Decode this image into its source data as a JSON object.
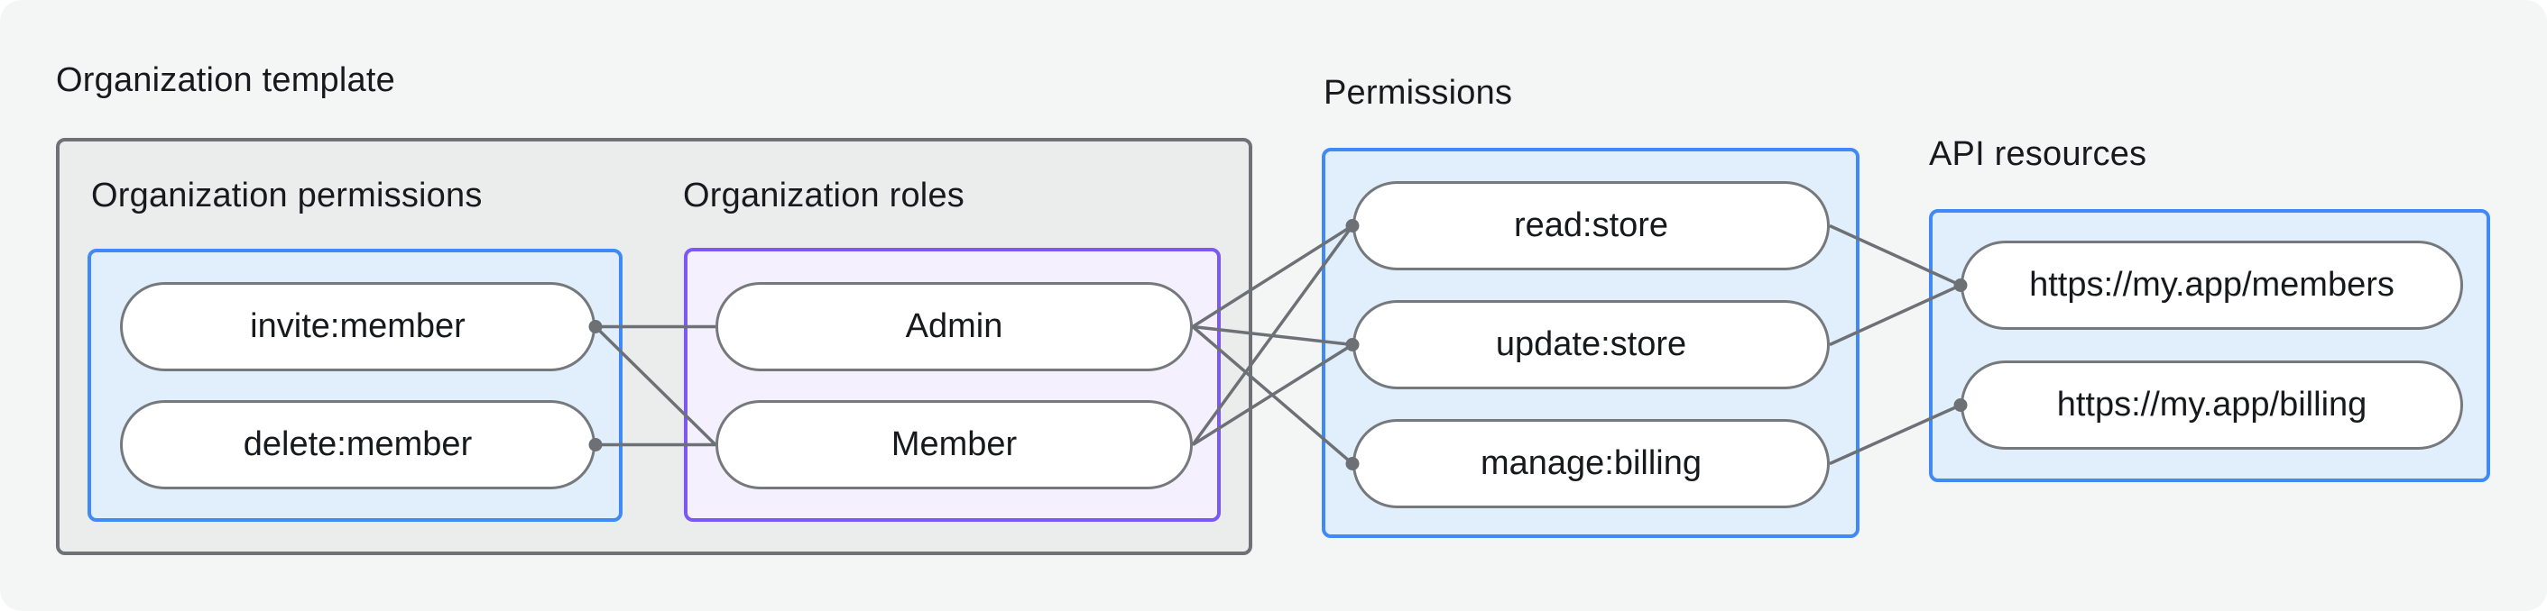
{
  "organization_template": {
    "title": "Organization template",
    "permissions_section": {
      "label": "Organization permissions",
      "nodes": [
        "invite:member",
        "delete:member"
      ]
    },
    "roles_section": {
      "label": "Organization roles",
      "nodes": [
        "Admin",
        "Member"
      ]
    }
  },
  "permissions_section": {
    "title": "Permissions",
    "nodes": [
      "read:store",
      "update:store",
      "manage:billing"
    ]
  },
  "api_resources_section": {
    "title": "API resources",
    "nodes": [
      "https://my.app/members",
      "https://my.app/billing"
    ]
  },
  "edges": [
    {
      "from": "invite:member",
      "to": "Admin"
    },
    {
      "from": "invite:member",
      "to": "Member"
    },
    {
      "from": "delete:member",
      "to": "Member"
    },
    {
      "from": "Admin",
      "to": "read:store"
    },
    {
      "from": "Admin",
      "to": "update:store"
    },
    {
      "from": "Admin",
      "to": "manage:billing"
    },
    {
      "from": "Member",
      "to": "read:store"
    },
    {
      "from": "Member",
      "to": "update:store"
    },
    {
      "from": "read:store",
      "to": "https://my.app/members"
    },
    {
      "from": "update:store",
      "to": "https://my.app/members"
    },
    {
      "from": "manage:billing",
      "to": "https://my.app/billing"
    }
  ],
  "colors": {
    "canvas_background": "#f4f6f6",
    "gray_box_fill": "#ebedec",
    "gray_box_border": "#6e7276",
    "blue_box_fill": "#e1effd",
    "blue_box_border": "#4189f7",
    "purple_box_fill": "#f5f0fd",
    "purple_box_border": "#7c58f6",
    "node_fill": "#ffffff",
    "node_border": "#75797c",
    "connector": "#6d7175",
    "text": "#17191c"
  }
}
